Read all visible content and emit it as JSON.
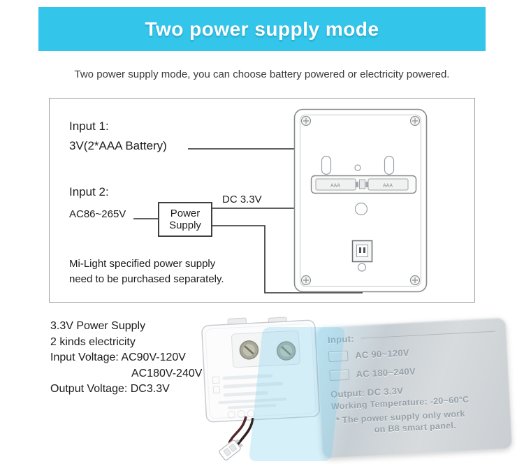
{
  "banner": {
    "title": "Two power supply mode",
    "bg_color": "#33c5ea"
  },
  "subtitle": "Two power supply mode, you can choose battery powered or electricity powered.",
  "diagram": {
    "input1_label": "Input 1:",
    "input1_value": "3V(2*AAA Battery)",
    "input2_label": "Input 2:",
    "input2_value": "AC86~265V",
    "power_box_line1": "Power",
    "power_box_line2": "Supply",
    "dc_output_label": "DC 3.3V",
    "note_line1": "Mi-Light specified power supply",
    "note_line2": "need to be purchased separately.",
    "battery_cell_text": "AAA"
  },
  "power_supply": {
    "specs": [
      "3.3V Power Supply",
      "2 kinds electricity",
      "Input Voltage: AC90V-120V",
      "AC180V-240V",
      "Output Voltage: DC3.3V"
    ],
    "label_panel": {
      "input_title": "Input:",
      "voltage_options": [
        "AC  90~120V",
        "AC  180~240V"
      ],
      "output": "Output: DC 3.3V",
      "working_temp": "Working Temperature: -20~60°C",
      "note_line1": "* The power supply only work",
      "note_line2": "on B8 smart panel."
    }
  }
}
